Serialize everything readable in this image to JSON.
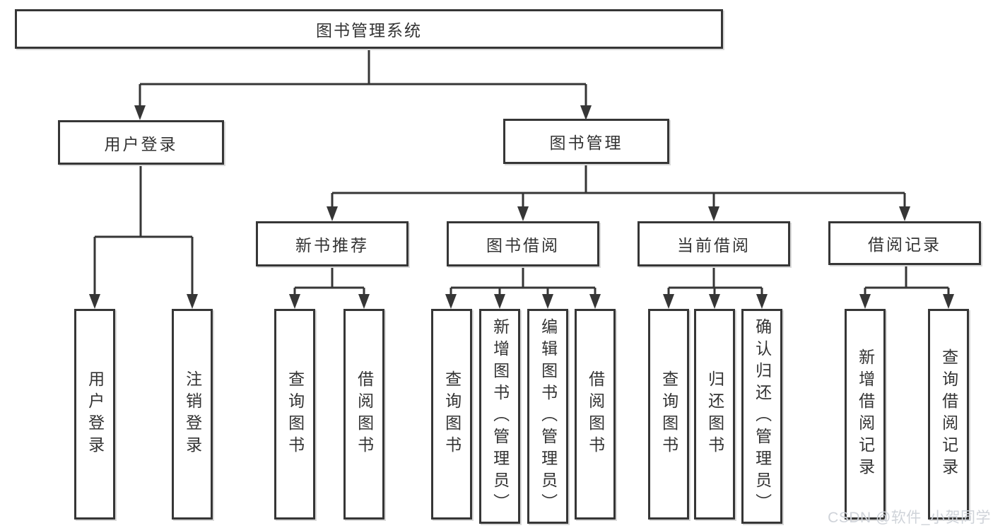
{
  "watermark": "CSDN @软件_小贺同学",
  "colors": {
    "line": "#363636",
    "text": "#333333",
    "background": "#ffffff",
    "watermark": "#cfd3d9"
  },
  "tree": {
    "root": {
      "label": "图书管理系统",
      "children": [
        {
          "label": "用户登录",
          "children": [
            {
              "label": "用户登录"
            },
            {
              "label": "注销登录"
            }
          ]
        },
        {
          "label": "图书管理",
          "children": [
            {
              "label": "新书推荐",
              "children": [
                {
                  "label": "查询图书"
                },
                {
                  "label": "借阅图书"
                }
              ]
            },
            {
              "label": "图书借阅",
              "children": [
                {
                  "label": "查询图书"
                },
                {
                  "label": "新增图书（管理员）"
                },
                {
                  "label": "编辑图书（管理员）"
                },
                {
                  "label": "借阅图书"
                }
              ]
            },
            {
              "label": "当前借阅",
              "children": [
                {
                  "label": "查询图书"
                },
                {
                  "label": "归还图书"
                },
                {
                  "label": "确认归还（管理员）"
                }
              ]
            },
            {
              "label": "借阅记录",
              "children": [
                {
                  "label": "新增借阅记录"
                },
                {
                  "label": "查询借阅记录"
                }
              ]
            }
          ]
        }
      ]
    }
  }
}
